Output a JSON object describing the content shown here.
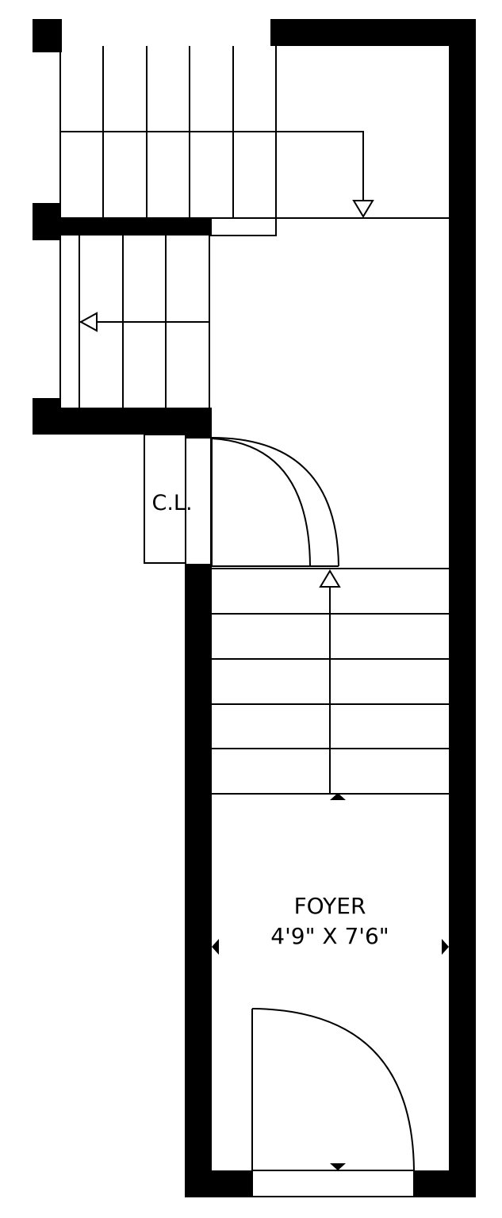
{
  "plan": {
    "room": {
      "name": "FOYER",
      "dimensions": "4'9\" X 7'6\""
    },
    "closet": {
      "label": "C.L."
    },
    "colors": {
      "wall": "#000000",
      "background": "#ffffff",
      "line": "#000000"
    },
    "stairs": {
      "upper_flight_treads": 5,
      "middle_flight_treads": 4,
      "lower_flight_treads": 5
    }
  }
}
